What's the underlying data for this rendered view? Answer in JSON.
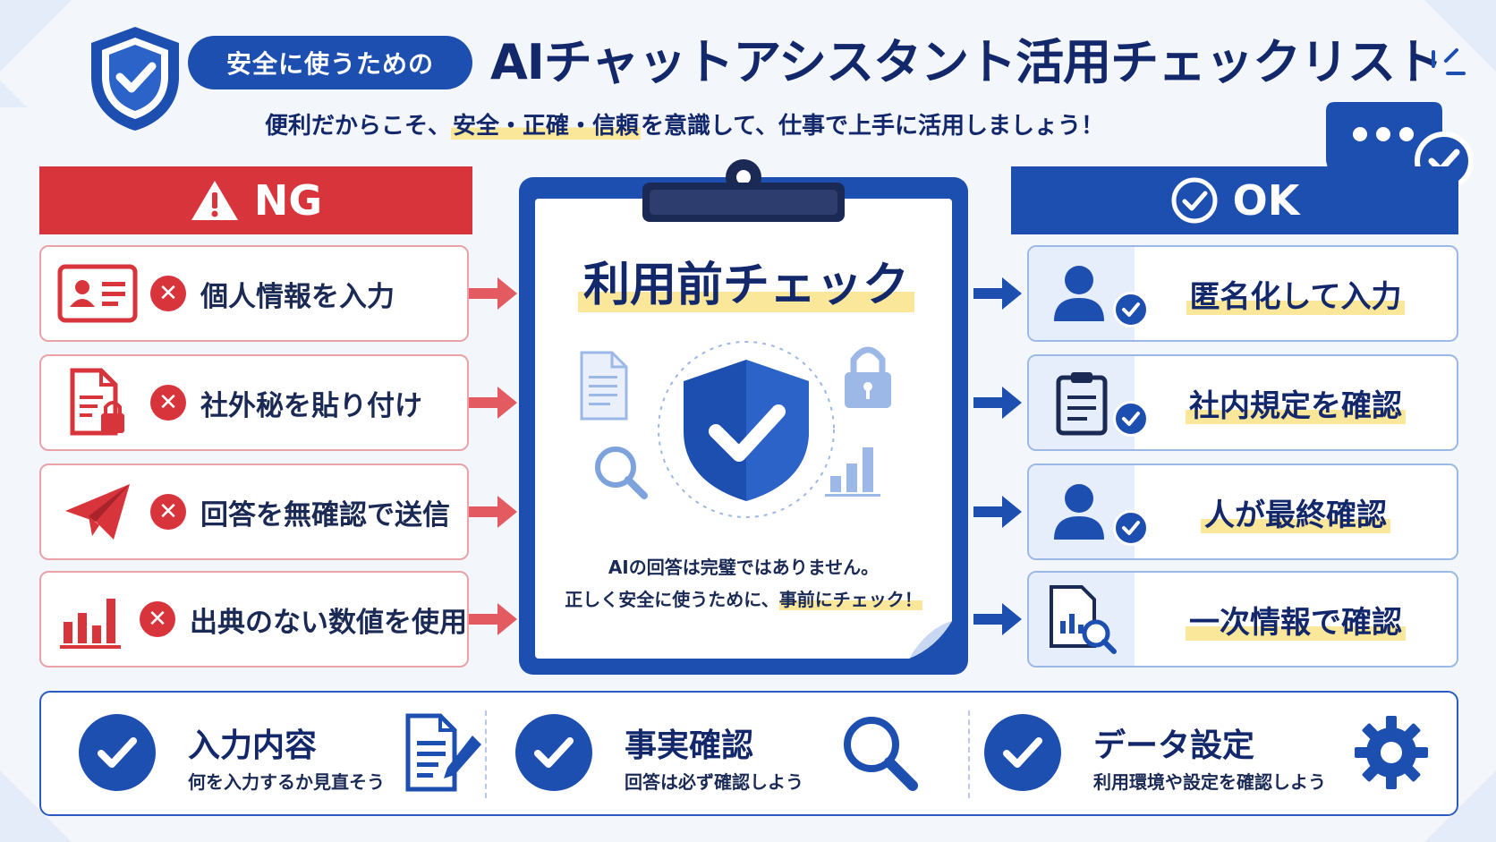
{
  "header": {
    "pill_text": "安全に使うための",
    "title": "AIチャットアシスタント活用チェックリスト",
    "subtitle_pre": "便利だからこそ、",
    "subtitle_hl": "安全・正確・信頼",
    "subtitle_post": "を意識して、仕事で上手に活用しましょう！"
  },
  "ng": {
    "label": "NG",
    "items": [
      {
        "icon": "id-card-icon",
        "text": "個人情報を入力"
      },
      {
        "icon": "secret-document-lock-icon",
        "text": "社外秘を貼り付け"
      },
      {
        "icon": "paper-plane-icon",
        "text": "回答を無確認で送信"
      },
      {
        "icon": "bar-chart-icon",
        "text": "出典のない数値を使用"
      }
    ]
  },
  "ok": {
    "label": "OK",
    "items": [
      {
        "icon": "user-check-icon",
        "text": "匿名化して入力"
      },
      {
        "icon": "clipboard-check-icon",
        "text": "社内規定を確認"
      },
      {
        "icon": "user-check-icon",
        "text": "人が最終確認"
      },
      {
        "icon": "document-search-icon",
        "text": "一次情報で確認"
      }
    ]
  },
  "clipboard": {
    "title": "利用前チェック",
    "note_line1": "AIの回答は完璧ではありません。",
    "note_line2_pre": "正しく安全に使うために、",
    "note_line2_hl": "事前にチェック！"
  },
  "bottom": [
    {
      "title": "入力内容",
      "sub": "何を入力するか見直そう",
      "icon": "document-pen-icon"
    },
    {
      "title": "事実確認",
      "sub": "回答は必ず確認しよう",
      "icon": "magnifier-icon"
    },
    {
      "title": "データ設定",
      "sub": "利用環境や設定を確認しよう",
      "icon": "gear-icon"
    }
  ],
  "colors": {
    "ng_red": "#d8343c",
    "ok_blue": "#1d4fb0",
    "navy_text": "#13276b",
    "highlight_yellow": "#fbe79a"
  }
}
